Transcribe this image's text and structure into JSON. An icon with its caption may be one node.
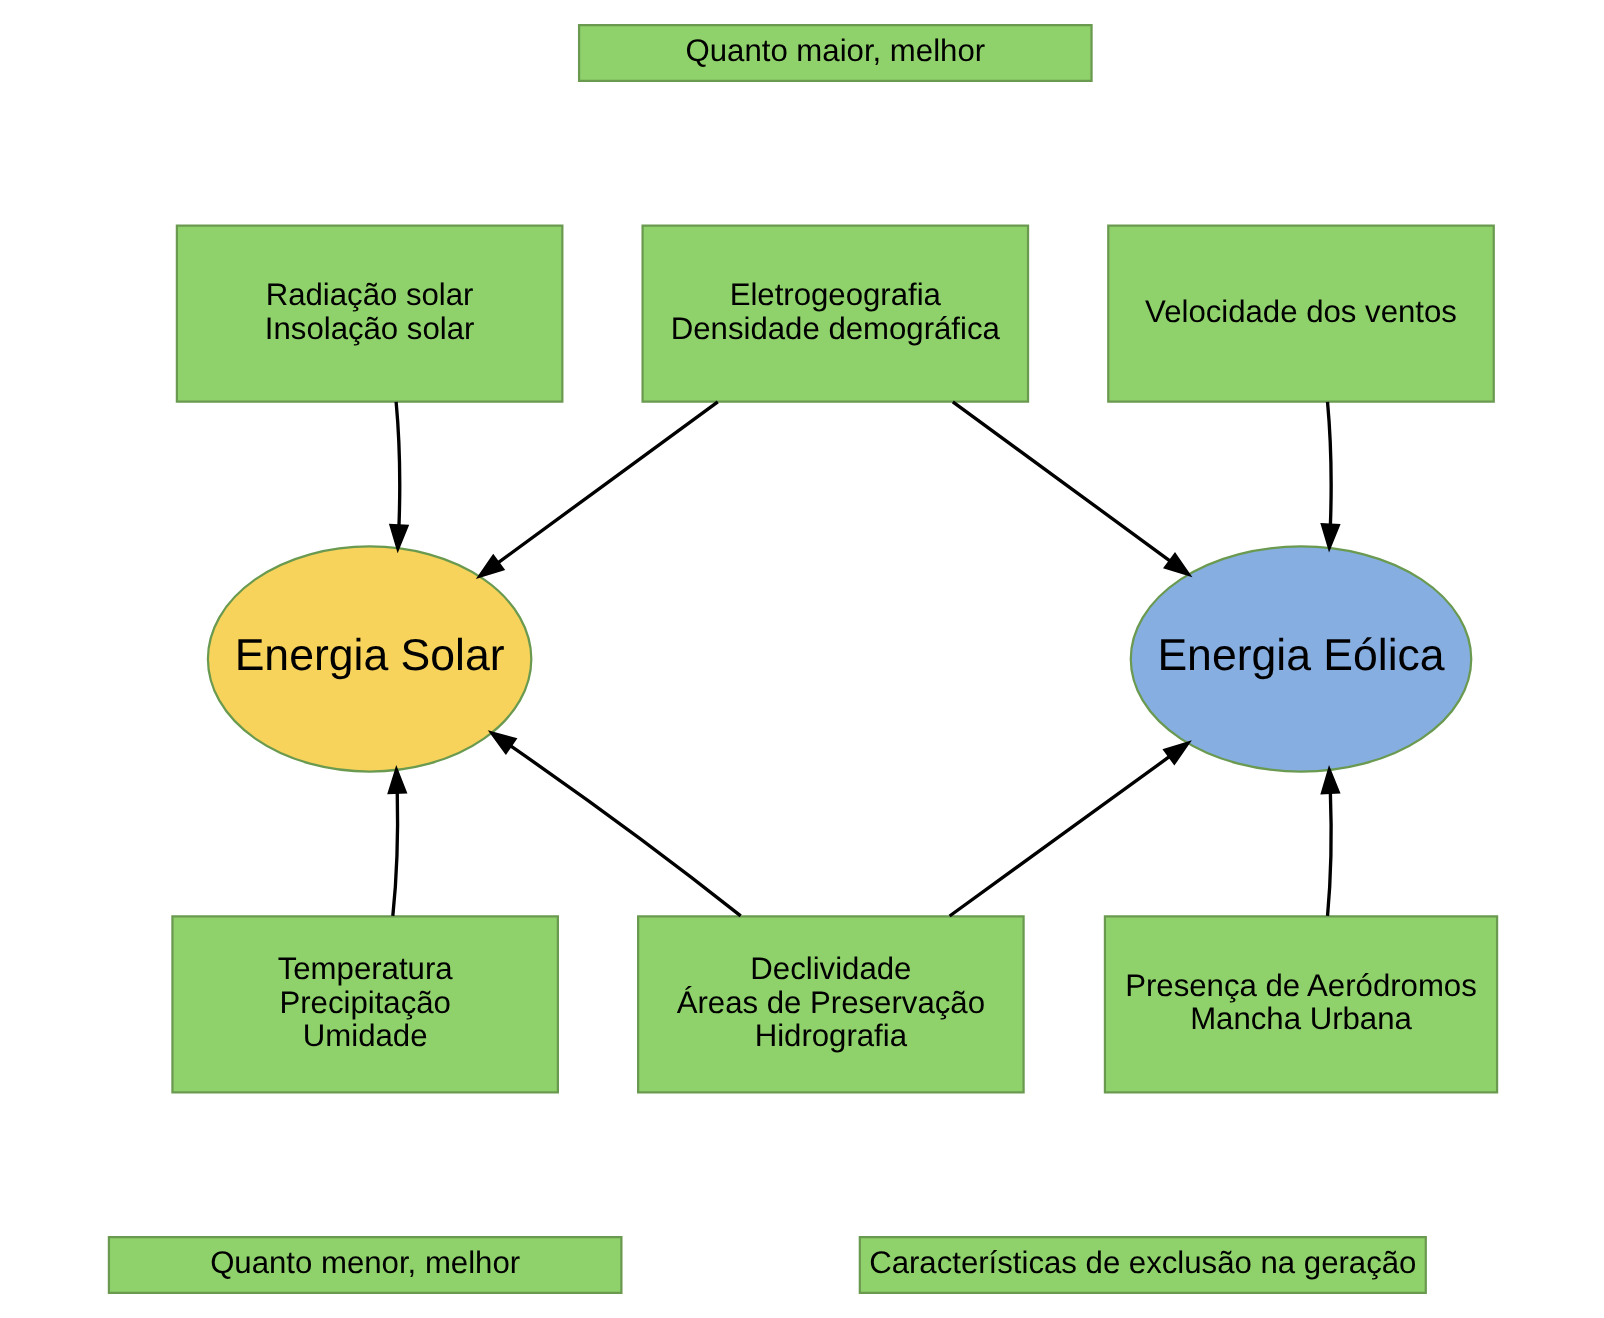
{
  "diagram": {
    "nodes": [
      {
        "text": [
          "Quanto maior, melhor"
        ]
      },
      {
        "text": [
          "Radiação solar",
          "Insolação solar"
        ]
      },
      {
        "text": [
          "Eletrogeografia",
          "Densidade demográfica"
        ]
      },
      {
        "text": [
          "Velocidade dos ventos"
        ]
      },
      {
        "text": [
          "Energia Solar"
        ]
      },
      {
        "text": [
          "Energia Eólica"
        ]
      },
      {
        "text": [
          "Temperatura",
          "Precipitação",
          "Umidade"
        ]
      },
      {
        "text": [
          "Declividade",
          "Áreas de Preservação",
          "Hidrografia"
        ]
      },
      {
        "text": [
          "Presença de Aeródromos",
          "Mancha Urbana"
        ]
      },
      {
        "text": [
          "Quanto menor, melhor"
        ]
      },
      {
        "text": [
          "Características de exclusão na geração"
        ]
      }
    ],
    "edges": [
      {
        "from": 1,
        "to": 4,
        "arrow": "to"
      },
      {
        "from": 2,
        "to": 4,
        "arrow": "to"
      },
      {
        "from": 2,
        "to": 5,
        "arrow": "to"
      },
      {
        "from": 3,
        "to": 5,
        "arrow": "to"
      },
      {
        "from": 6,
        "to": 4,
        "arrow": "to"
      },
      {
        "from": 7,
        "to": 4,
        "arrow": "to"
      },
      {
        "from": 7,
        "to": 5,
        "arrow": "to"
      },
      {
        "from": 8,
        "to": 5,
        "arrow": "to"
      }
    ]
  }
}
